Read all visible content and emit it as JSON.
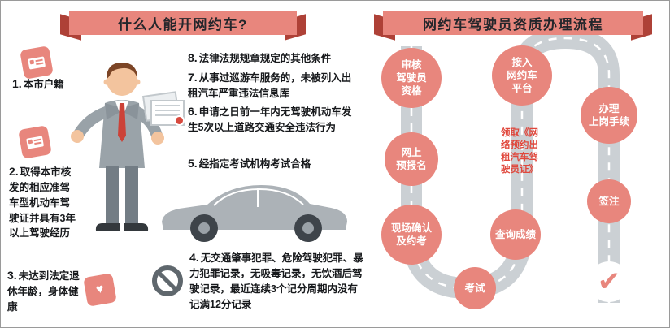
{
  "left": {
    "title": "什么人能开网约车?",
    "items": [
      {
        "num": "1.",
        "text": "本市户籍"
      },
      {
        "num": "2.",
        "text": "取得本市核发的相应准驾车型机动车驾驶证并具有3年以上驾驶经历"
      },
      {
        "num": "3.",
        "text": "未达到法定退休年龄，身体健康"
      },
      {
        "num": "4.",
        "text": "无交通肇事犯罪、危险驾驶犯罪、暴力犯罪记录，无吸毒记录，无饮酒后驾驶记录，最近连续3个记分周期内没有记满12分记录"
      },
      {
        "num": "5.",
        "text": "经指定考试机构考试合格"
      },
      {
        "num": "6.",
        "text": "申请之日前一年内无驾驶机动车发生5次以上道路交通安全违法行为"
      },
      {
        "num": "7.",
        "text": "从事过巡游车服务的，未被列入出租汽车严重违法信息库"
      },
      {
        "num": "8.",
        "text": "法律法规规章规定的其他条件"
      }
    ]
  },
  "right": {
    "title": "网约车驾驶员资质办理流程",
    "steps": [
      {
        "label": "审核\n驾驶员\n资格"
      },
      {
        "label": "网上\n预报名"
      },
      {
        "label": "现场确认\n及约考"
      },
      {
        "label": "考试"
      },
      {
        "label": "查询成绩"
      },
      {
        "label": "领取《网\n络预约出\n租汽车驾\n驶员证》"
      },
      {
        "label": "接入\n网约车\n平台"
      },
      {
        "label": "办理\n上岗手续"
      },
      {
        "label": "签注"
      }
    ]
  },
  "icons": {
    "health_heart": "♥",
    "check": "✔"
  },
  "colors": {
    "accent_salmon": "#e8867d",
    "ribbon_fold_dark_red": "#ae4137",
    "road_gray": "#cbd0d4",
    "certificate_text_red": "#e0473c",
    "body_text": "#17191c"
  }
}
